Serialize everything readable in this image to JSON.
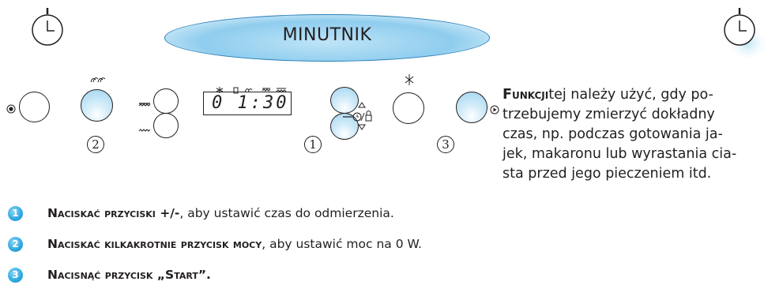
{
  "header": {
    "title": "MINUTNIK"
  },
  "panel": {
    "display_time": "0 1:30",
    "labels": {
      "marker_1": "1",
      "marker_2": "2",
      "marker_3": "3"
    }
  },
  "description": {
    "lead": "Funkcji",
    "lines": [
      "tej należy użyć, gdy po-",
      "trzebujemy zmierzyć dokładny",
      "czas, np. podczas gotowania ja-",
      "jek, makaronu lub wyrastania cia-",
      "sta przed jego pieczeniem itd."
    ]
  },
  "steps": [
    {
      "num": "1",
      "bold": "Naciskać przyciski +/-",
      "text": ", aby ustawić czas do odmierzenia."
    },
    {
      "num": "2",
      "bold": "Naciskać kilkakrotnie przycisk mocy",
      "text": ", aby ustawić moc na 0 W."
    },
    {
      "num": "3",
      "bold": "Nacisnąć przycisk „Start”.",
      "text": ""
    }
  ],
  "colors": {
    "accent_blue": "#2aa7e0",
    "banner_blue": "#8fcdee",
    "outline": "#231f20"
  }
}
